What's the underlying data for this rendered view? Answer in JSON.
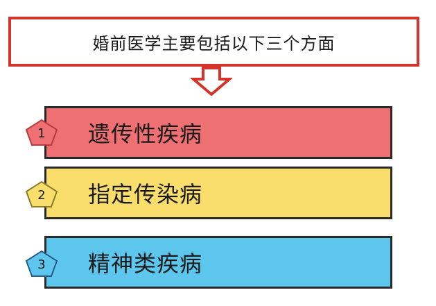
{
  "title": "婚前医学主要包括以下三个方面",
  "items": [
    {
      "number": "1",
      "label": "遗传性疾病",
      "color": "#ee7072",
      "badge_color": "#ee7072",
      "badge_border": "#b83a3a"
    },
    {
      "number": "2",
      "label": "指定传染病",
      "color": "#fade6c",
      "badge_color": "#fade6c",
      "badge_border": "#8a7a2a"
    },
    {
      "number": "3",
      "label": "精神类疾病",
      "color": "#5cc6ec",
      "badge_color": "#5cc6ec",
      "badge_border": "#2a5a8a"
    }
  ],
  "colors": {
    "title_border": "#d6342a",
    "arrow_border": "#d6342a",
    "item_border": "#2a2a2a"
  }
}
